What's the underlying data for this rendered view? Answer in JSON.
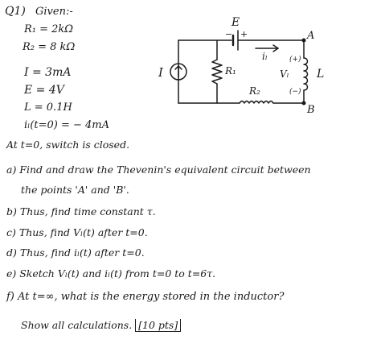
{
  "header": {
    "qnum": "Q1)",
    "given_title": "Given:-"
  },
  "given": {
    "r1": "R₁ = 2kΩ",
    "r2": "R₂ = 8 kΩ",
    "i": "I = 3mA",
    "e": "E = 4V",
    "l": "L = 0.1H",
    "il0": "iₗ(t=0) = − 4mA"
  },
  "circuit": {
    "source_label": "I",
    "battery_label": "E",
    "plus": "+",
    "minus": "−",
    "r1_label": "R₁",
    "r2_label": "R₂",
    "current_label": "iₗ",
    "node_a": "A",
    "node_b": "B",
    "l_label": "L",
    "vl_label": "Vₗ",
    "vl_plus": "(+)",
    "vl_minus": "(−)"
  },
  "intro": "At t=0, switch is closed.",
  "questions": {
    "a1": "a) Find and draw the Thevenin's equivalent circuit between",
    "a2": "the points 'A' and 'B'.",
    "b": "b) Thus, find time constant τ.",
    "c": "c) Thus, find Vₗ(t) after t=0.",
    "d": "d) Thus, find iₗ(t) after t=0.",
    "e": "e) Sketch Vₗ(t) and iₗ(t) from t=0 to t=6τ.",
    "f": "f) At t=∞, what is the energy stored in the inductor?",
    "g_text": "Show all calculations.",
    "g_pts": "[10 pts]"
  }
}
